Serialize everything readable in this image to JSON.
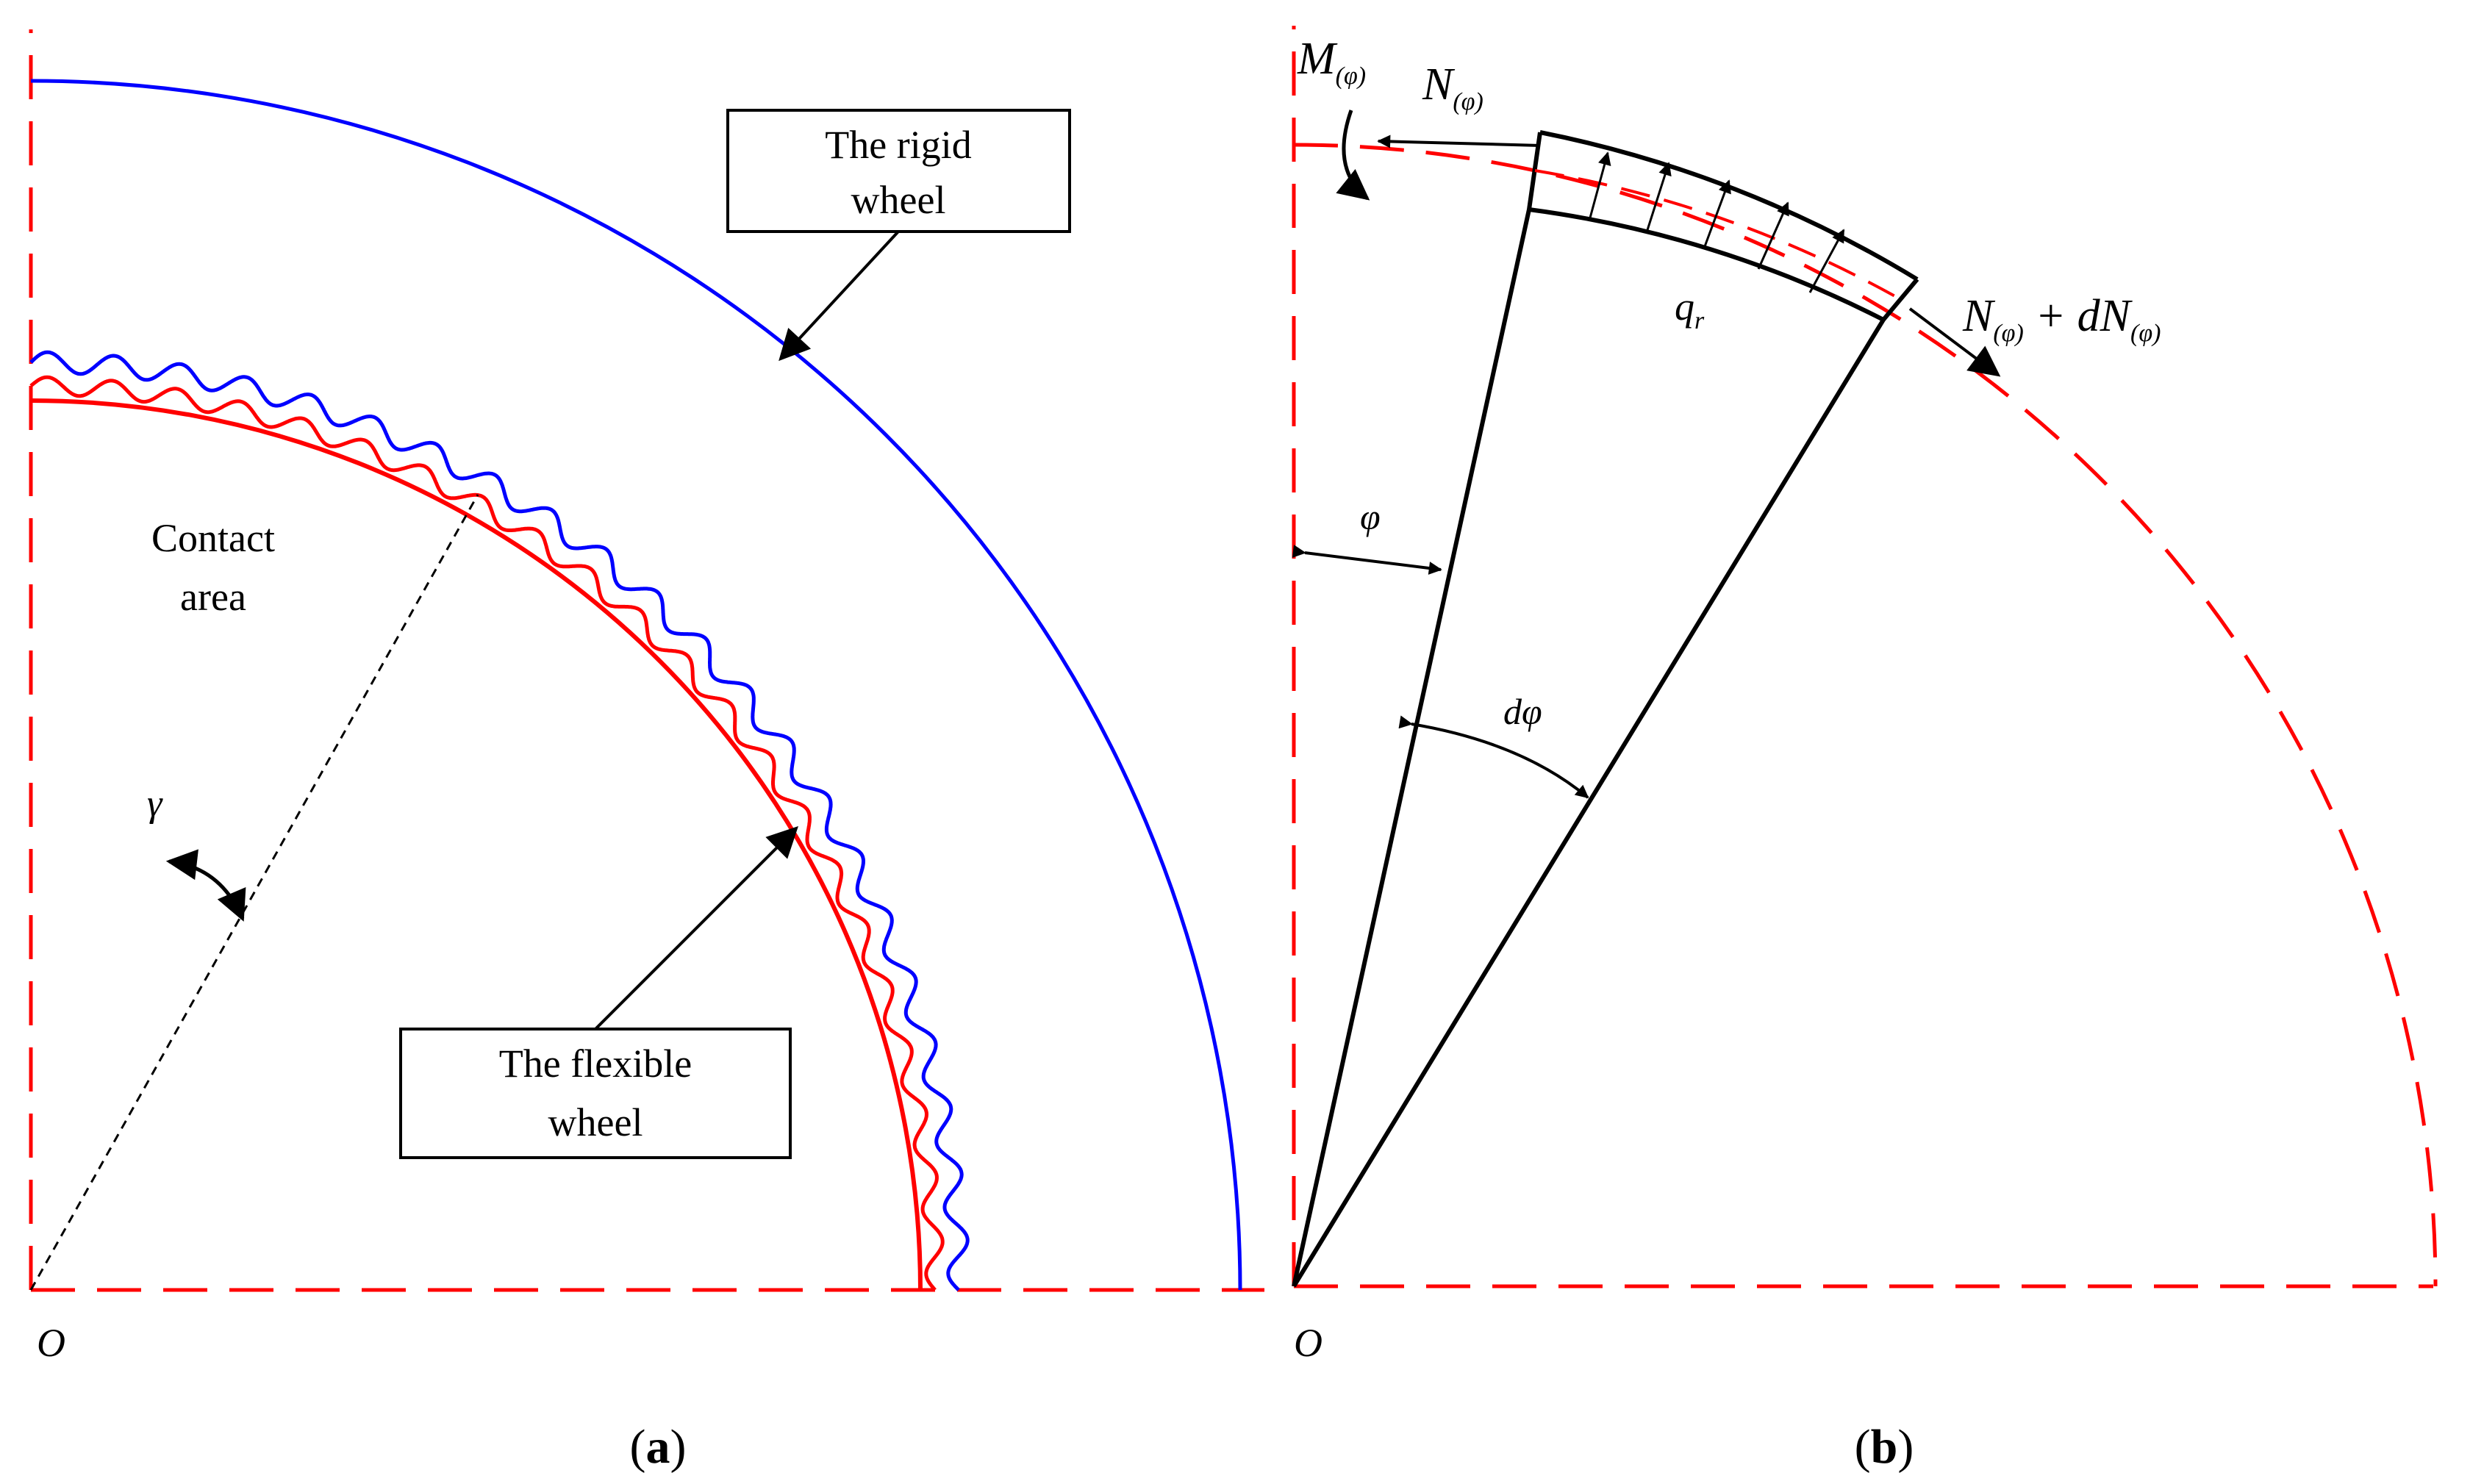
{
  "colors": {
    "rigid_wheel": "#0000ff",
    "flexible_wheel": "#ff0000",
    "axis": "#ff0000",
    "ink": "#000000"
  },
  "panel_a": {
    "label_open": "(",
    "label_letter": "a",
    "label_close": ")",
    "origin": "O",
    "rigid_box": {
      "line1": "The rigid",
      "line2": "wheel"
    },
    "flexible_box": {
      "line1": "The flexible",
      "line2": "wheel"
    },
    "contact": {
      "line1": "Contact",
      "line2": "area"
    },
    "angle": "γ"
  },
  "panel_b": {
    "label_open": "(",
    "label_letter": "b",
    "label_close": ")",
    "origin": "O",
    "moment": "M",
    "moment_sub": "(φ)",
    "normal": "N",
    "normal_sub": "(φ)",
    "normal_end_main": "N",
    "normal_end_sub": "(φ)",
    "normal_end_plus": " + dN",
    "normal_end_sub2": "(φ)",
    "load": "q",
    "load_sub": "r",
    "angle_phi": "φ",
    "angle_dphi": "dφ"
  }
}
